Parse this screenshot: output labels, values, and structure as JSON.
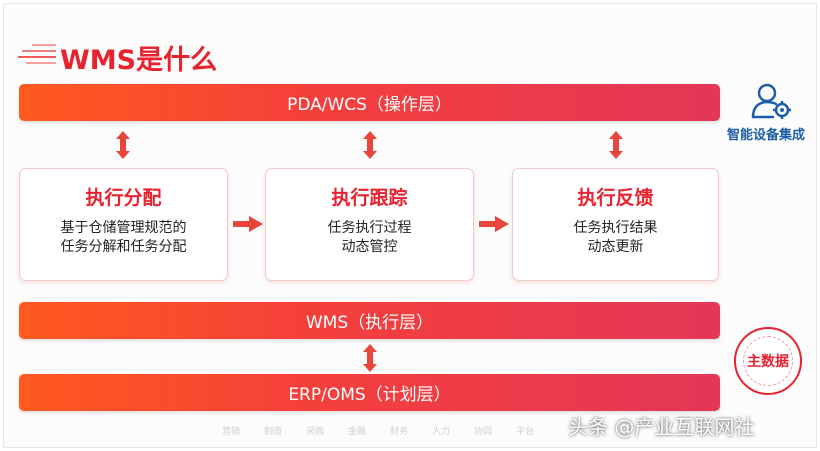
{
  "title": "WMS是什么",
  "bars": {
    "top": "PDA/WCS（操作层）",
    "middle": "WMS（执行层）",
    "bottom": "ERP/OMS（计划层）"
  },
  "boxes": [
    {
      "title": "执行分配",
      "lines": [
        "基于仓储管理规范的",
        "任务分解和任务分配"
      ]
    },
    {
      "title": "执行跟踪",
      "lines": [
        "任务执行过程",
        "动态管控"
      ]
    },
    {
      "title": "执行反馈",
      "lines": [
        "任务执行结果",
        "动态更新"
      ]
    }
  ],
  "side": {
    "device_label": "智能设备集成",
    "master_label": "主数据"
  },
  "footer_tabs": [
    "营销",
    "制造",
    "采购",
    "金融",
    "财务",
    "人力",
    "协同",
    "平台"
  ],
  "watermark": "头条 @产业互联网社",
  "colors": {
    "accent_red": "#e8222e",
    "bar_start": "#ff5a1f",
    "bar_end": "#e43658",
    "device_blue": "#1d5fa6"
  },
  "icons": [
    "speed-lines-icon",
    "double-arrow-icon",
    "right-arrow-icon",
    "user-gear-icon"
  ]
}
